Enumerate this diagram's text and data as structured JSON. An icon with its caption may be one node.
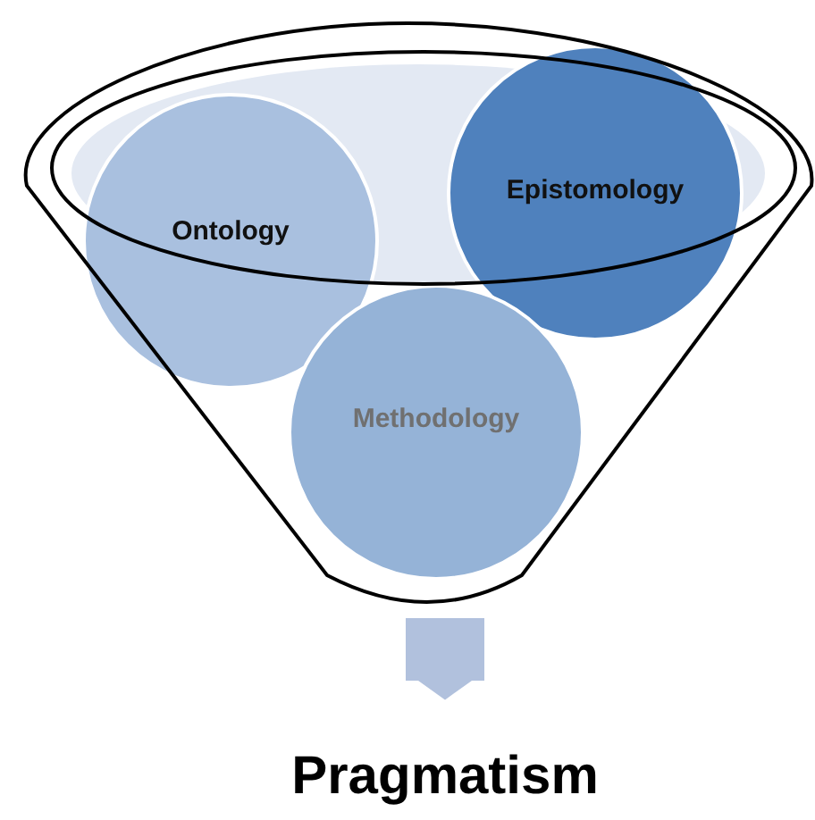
{
  "diagram": {
    "nodes": [
      {
        "text": [],
        "shape": "funnel"
      },
      {
        "text": [
          "Ontology"
        ],
        "in": 0
      },
      {
        "text": [
          "Epistomology"
        ],
        "in": 0
      },
      {
        "text": [
          "Methodology"
        ],
        "in": 0
      },
      {
        "text": [
          "Pragmatism"
        ]
      }
    ],
    "edges": [
      {
        "from": 0,
        "to": 4,
        "arrow": "to"
      }
    ]
  }
}
